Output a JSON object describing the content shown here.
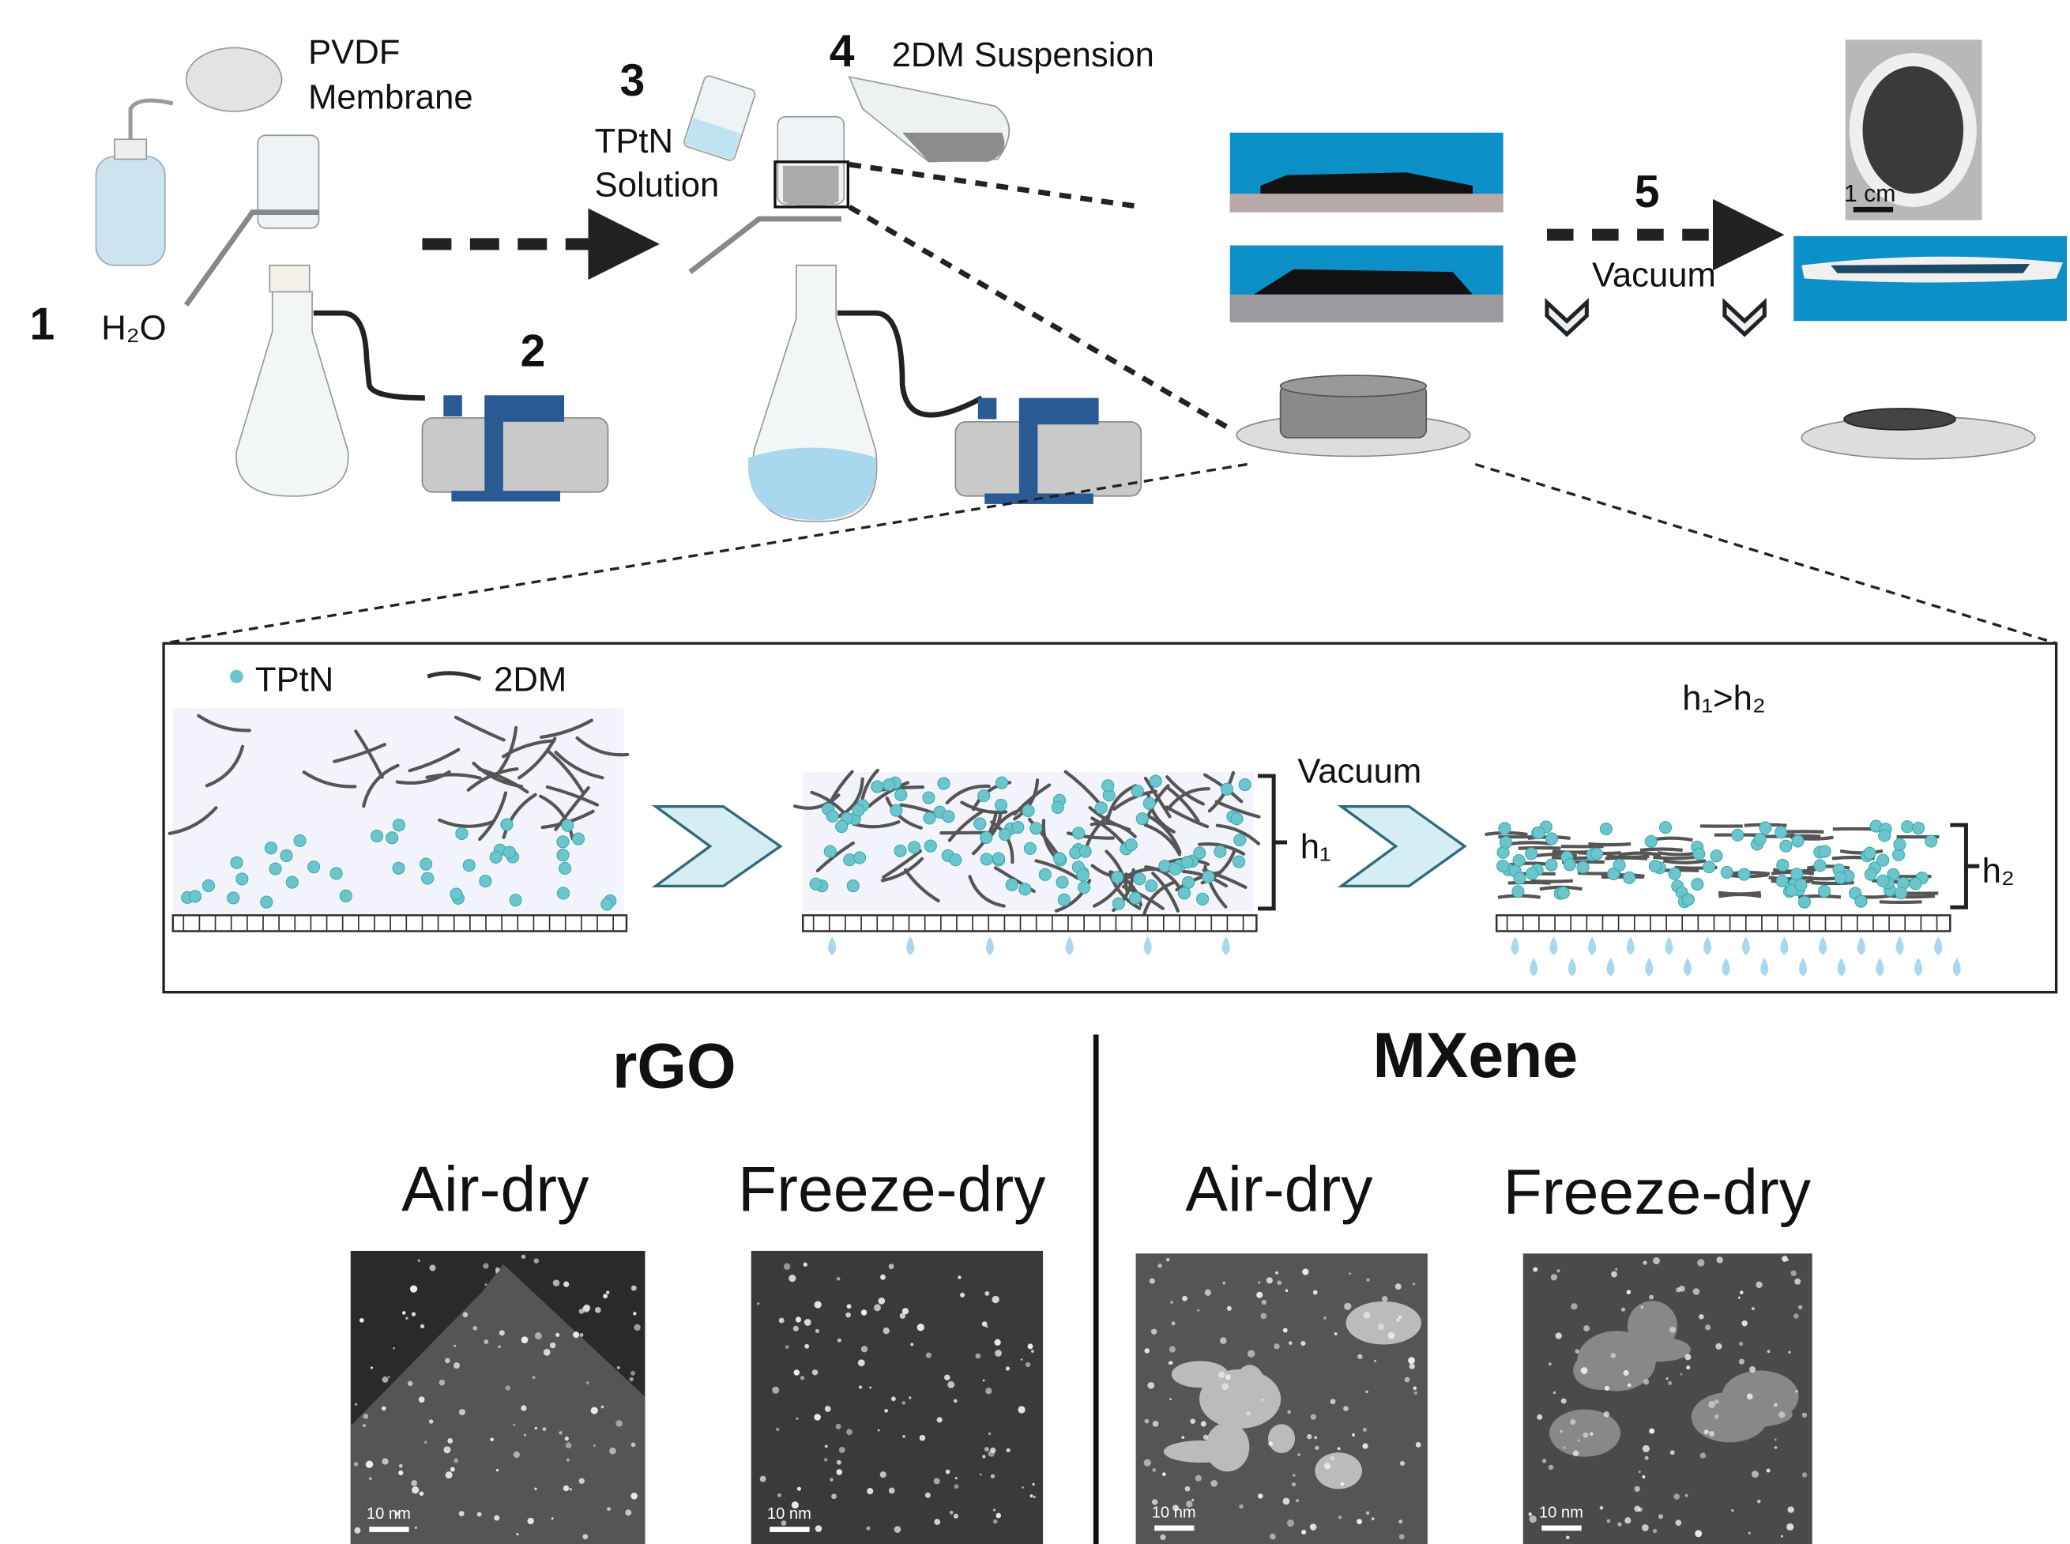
{
  "top": {
    "step1": "1",
    "h2o": "H₂O",
    "pvdf_line1": "PVDF",
    "pvdf_line2": "Membrane",
    "step2": "2",
    "step3": "3",
    "tptn_line1": "TPtN",
    "tptn_line2": "Solution",
    "step4": "4",
    "suspension": "2DM Suspension",
    "step5": "5",
    "vacuum": "Vacuum",
    "photo_scale": "1 cm"
  },
  "schematic": {
    "legend_tptn": "TPtN",
    "legend_2dm": "2DM",
    "vacuum": "Vacuum",
    "h1": "h₁",
    "h2": "h₂",
    "relation": "h₁>h₂"
  },
  "micrographs": {
    "rgo_title": "rGO",
    "mxene_title": "MXene",
    "panels": [
      {
        "label": "Air-dry",
        "scale": "10 nm"
      },
      {
        "label": "Freeze-dry",
        "scale": "10 nm"
      },
      {
        "label": "Air-dry",
        "scale": "10 nm"
      },
      {
        "label": "Freeze-dry",
        "scale": "10 nm"
      }
    ]
  },
  "colors": {
    "tptn": "#6cc5cc",
    "sheet": "#555555",
    "chevron": "#d6eef3",
    "photo_blue": "#0d8fc8"
  }
}
